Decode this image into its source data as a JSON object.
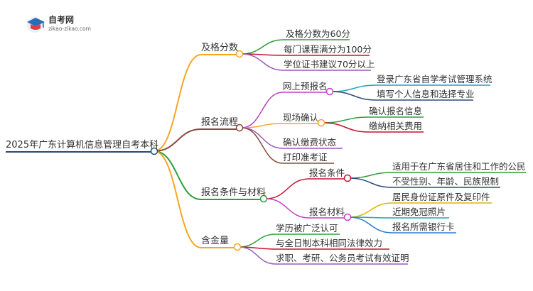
{
  "logo": {
    "title": "自考网",
    "url": "zikao-zikao.com"
  },
  "root": "2025年广东计算机信息管理自考本科",
  "colors": {
    "orange": "#F5A623",
    "brown": "#8B4A3C",
    "red": "#C8102E",
    "green": "#2E9E3A",
    "purple": "#9B59B6",
    "magenta": "#C040C0",
    "teal": "#1FA2B8",
    "navy": "#2C4A7A",
    "yellow": "#E0B400",
    "blue": "#2A7BC8",
    "root": "#1F4E79"
  },
  "nodes": {
    "b1": "及格分数",
    "b1c1": "及格分数为60分",
    "b1c2": "每门课程满分为100分",
    "b1c3": "学位证书建议70分以上",
    "b2": "报名流程",
    "b2c1": "网上预报名",
    "b2c1a": "登录广东省自学考试管理系统",
    "b2c1b": "填写个人信息和选择专业",
    "b2c2": "现场确认",
    "b2c2a": "确认报名信息",
    "b2c2b": "缴纳相关费用",
    "b2c3": "确认缴费状态",
    "b2c4": "打印准考证",
    "b3": "报名条件与材料",
    "b3c1": "报名条件",
    "b3c1a": "适用于在广东省居住和工作的公民",
    "b3c1b": "不受性别、年龄、民族限制",
    "b3c2": "报名材料",
    "b3c2a": "居民身份证原件及复印件",
    "b3c2b": "近期免冠照片",
    "b3c2c": "报名所需银行卡",
    "b4": "含金量",
    "b4c1": "学历被广泛认可",
    "b4c2": "与全日制本科相同法律效力",
    "b4c3": "求职、考研、公务员考试有效证明"
  }
}
